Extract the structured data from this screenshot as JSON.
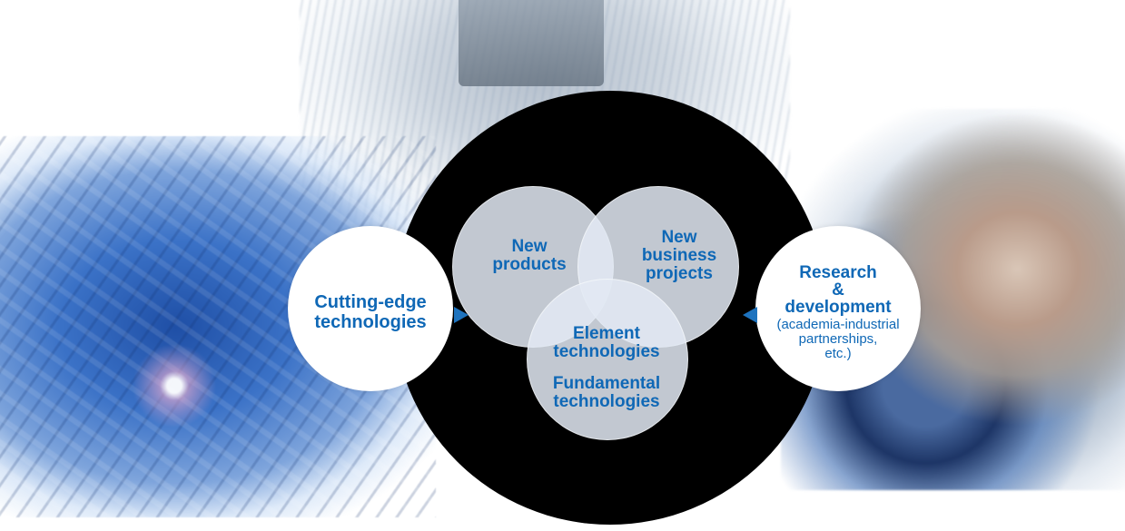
{
  "diagram": {
    "venn": {
      "products": [
        "New",
        "products"
      ],
      "business": [
        "New",
        "business",
        "projects"
      ],
      "element": [
        "Element",
        "technologies"
      ],
      "fundamental": [
        "Fundamental",
        "technologies"
      ]
    },
    "left_input": [
      "Cutting-edge",
      "technologies"
    ],
    "right_input": {
      "title": [
        "Research",
        "&",
        "development"
      ],
      "note": [
        "(academia-industrial",
        "partnerships,",
        "etc.)"
      ]
    },
    "colors": {
      "accent": "#0f68b6",
      "arrow": "#1e73be",
      "disc": "#000000",
      "venn_fill": "#e2e9f3"
    },
    "icons": [
      "arrow-right-icon",
      "arrow-left-icon"
    ]
  }
}
